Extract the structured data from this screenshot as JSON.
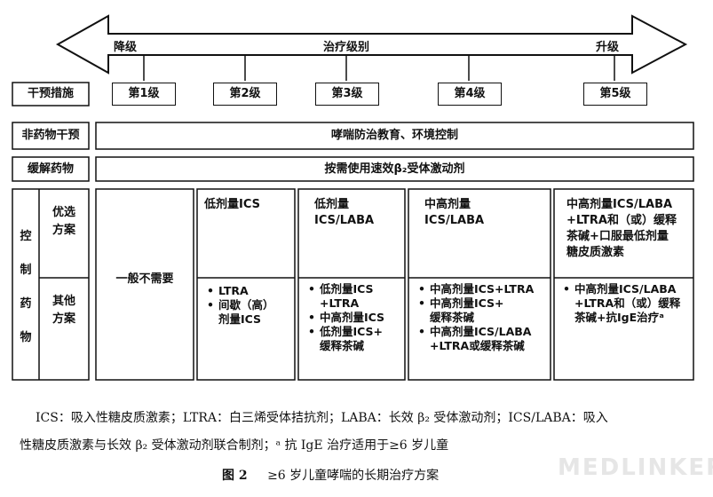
{
  "arrow": {
    "left_label": "降级",
    "center_label": "治疗级别",
    "right_label": "升级"
  },
  "row_headers": {
    "intervention": "干预措施",
    "non_drug": "非药物干预",
    "relief": "缓解药物",
    "control_chars": [
      "控",
      "制",
      "药",
      "物"
    ],
    "preferred": "优选\n方案",
    "other": "其他\n方案"
  },
  "levels": [
    "第1级",
    "第2级",
    "第3级",
    "第4级",
    "第5级"
  ],
  "non_drug_text": "哮喘防治教育、环境控制",
  "relief_text": "按需使用速效β₂受体激动剂",
  "level1_text": "一般不需要",
  "preferred": {
    "l2": "低剂量ICS",
    "l3": "低剂量\nICS/LABA",
    "l4": "中高剂量\nICS/LABA",
    "l5": "中高剂量ICS/LABA\n+LTRA和（或）缓释\n茶碱+口服最低剂量\n糖皮质激素"
  },
  "other": {
    "l2": [
      "LTRA",
      "间歇（高）\n剂量ICS"
    ],
    "l3": [
      "低剂量ICS\n+LTRA",
      "中高剂量ICS",
      "低剂量ICS+\n缓释茶碱"
    ],
    "l4": [
      "中高剂量ICS+LTRA",
      "中高剂量ICS+\n缓释茶碱",
      "中高剂量ICS/LABA\n+LTRA或缓释茶碱"
    ],
    "l5": [
      "中高剂量ICS/LABA\n+LTRA和（或）缓释\n茶碱+抗IgE治疗ᵃ"
    ]
  },
  "footnote": {
    "line1": "ICS：吸入性糖皮质激素；LTRA：白三烯受体拮抗剂；LABA：长效 β₂ 受体激动剂；ICS/LABA：吸入",
    "line2": "性糖皮质激素与长效 β₂ 受体激动剂联合制剂；ᵃ 抗 IgE 治疗适用于≥6 岁儿童"
  },
  "caption": {
    "label": "图 2",
    "text": "≥6 岁儿童哮喘的长期治疗方案"
  },
  "watermark": "MEDLINKER"
}
